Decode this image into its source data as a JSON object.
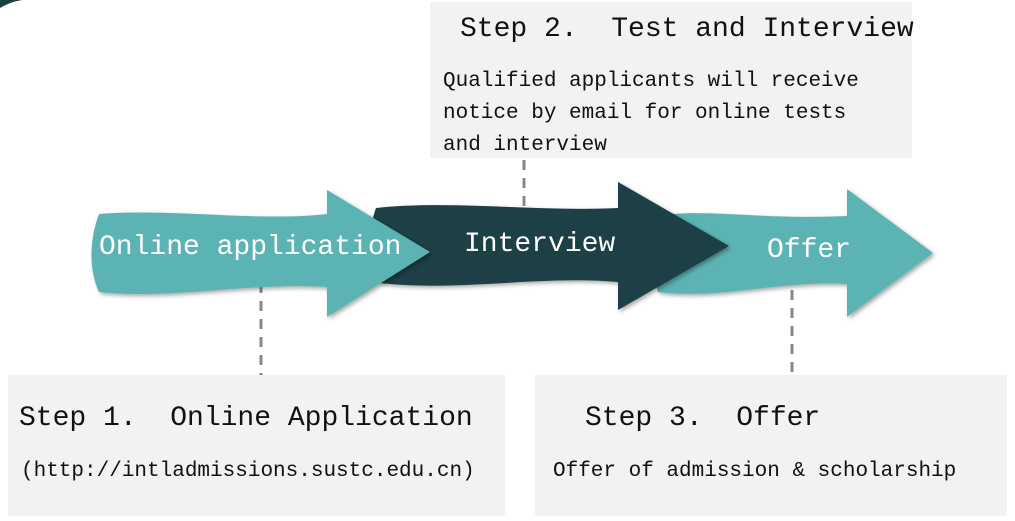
{
  "colors": {
    "teal": "#5bb3b3",
    "dark": "#1b3f44",
    "box": "#f2f2f2",
    "dash": "#7f8c8d"
  },
  "arrows": [
    {
      "label": "Online application"
    },
    {
      "label": "Interview"
    },
    {
      "label": "Offer"
    }
  ],
  "steps": [
    {
      "title": "Step 1.  Online Application",
      "body": "(http://intladmissions.sustc.edu.cn)"
    },
    {
      "title": "Step 2.  Test and Interview",
      "body": "Qualified applicants will receive\nnotice by email for online tests\nand interview"
    },
    {
      "title": "Step 3.  Offer",
      "body": "Offer of admission & scholarship"
    }
  ]
}
